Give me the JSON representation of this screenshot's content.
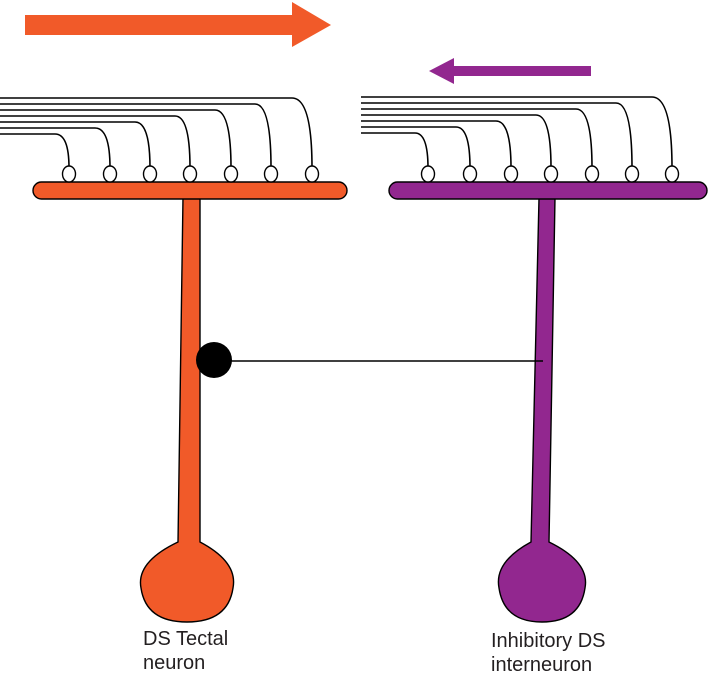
{
  "colors": {
    "tectal": "#f15a29",
    "interneuron": "#92278f",
    "outline": "#000000",
    "synapse_fill": "#ffffff",
    "inhibitory_synapse": "#000000"
  },
  "neurons": [
    {
      "id": "tectal",
      "label_lines": [
        "DS Tectal",
        "neuron"
      ],
      "preferred_direction": "right",
      "input_synapse_count": 7
    },
    {
      "id": "interneuron",
      "label_lines": [
        "Inhibitory DS",
        "interneuron"
      ],
      "preferred_direction": "left",
      "input_synapse_count": 7
    }
  ],
  "connection": {
    "from": "interneuron",
    "to": "tectal",
    "type": "inhibitory"
  }
}
